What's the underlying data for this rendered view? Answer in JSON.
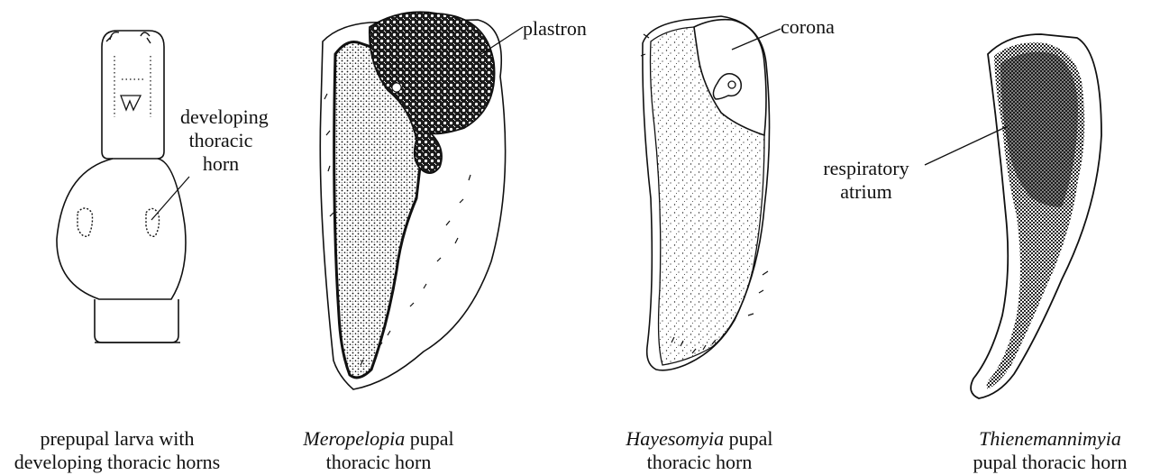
{
  "labels": {
    "developing": [
      "developing",
      "thoracic",
      "horn"
    ],
    "plastron": "plastron",
    "corona": "corona",
    "respiratory": [
      "respiratory",
      "atrium"
    ]
  },
  "captions": [
    {
      "line1_italic": "",
      "line1": "prepupal larva with",
      "line2": "developing thoracic horns"
    },
    {
      "line1_italic": "Meropelopia",
      "line1": " pupal",
      "line2": "thoracic horn"
    },
    {
      "line1_italic": "Hayesomyia",
      "line1": " pupal",
      "line2": "thoracic horn"
    },
    {
      "line1_italic": "Thienemannimyia",
      "line1": "",
      "line2": "pupal thoracic horn"
    }
  ]
}
